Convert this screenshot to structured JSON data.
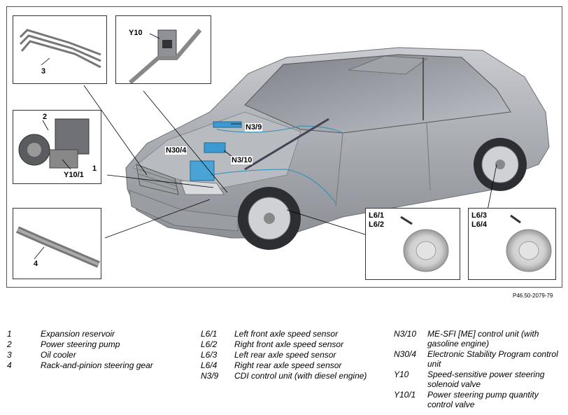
{
  "callouts": {
    "c1": "1",
    "c2": "2",
    "c3": "3",
    "c4": "4",
    "y10": "Y10",
    "y10_1": "Y10/1",
    "n3_9": "N3/9",
    "n3_10": "N3/10",
    "n30_4": "N30/4",
    "l61": "L6/1",
    "l62": "L6/2",
    "l63": "L6/3",
    "l64": "L6/4"
  },
  "reference": "P46.50-2079-79",
  "legend": {
    "col1": [
      {
        "key": "1",
        "text": "Expansion reservoir"
      },
      {
        "key": "2",
        "text": "Power steering pump"
      },
      {
        "key": "3",
        "text": "Oil cooler"
      },
      {
        "key": "4",
        "text": "Rack-and-pinion steering gear"
      }
    ],
    "col2": [
      {
        "key": "L6/1",
        "text": "Left front axle speed sensor"
      },
      {
        "key": "L6/2",
        "text": "Right front axle speed sensor"
      },
      {
        "key": "L6/3",
        "text": "Left rear axle speed sensor"
      },
      {
        "key": "L6/4",
        "text": "Right rear axle speed sensor"
      },
      {
        "key": "N3/9",
        "text": "CDI control unit (with diesel engine)"
      }
    ],
    "col3": [
      {
        "key": "N3/10",
        "text": "ME-SFI [ME] control unit (with gasoline engine)"
      },
      {
        "key": "N30/4",
        "text": "Electronic Stability Program control unit"
      },
      {
        "key": "Y10",
        "text": "Speed-sensitive power steering solenoid valve"
      },
      {
        "key": "Y10/1",
        "text": "Power steering pump quantity control valve"
      }
    ]
  }
}
